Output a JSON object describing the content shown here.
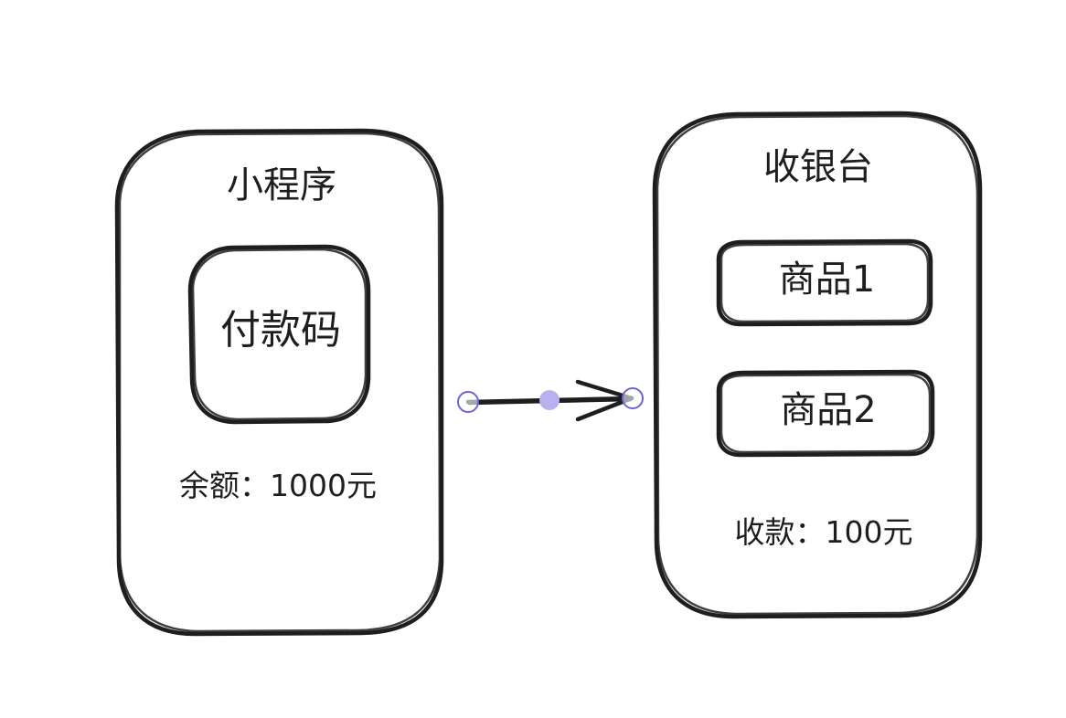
{
  "diagram": {
    "left_panel": {
      "title": "小程序",
      "inner_box_label": "付款码",
      "balance_text": "余额：1000元"
    },
    "right_panel": {
      "title": "收银台",
      "items": [
        "商品1",
        "商品2"
      ],
      "amount_text": "收款：100元"
    },
    "colors": {
      "stroke": "#1e1e1e",
      "handle": "#6965db",
      "handle_mid": "#b8b0f0",
      "background": "#ffffff"
    }
  }
}
